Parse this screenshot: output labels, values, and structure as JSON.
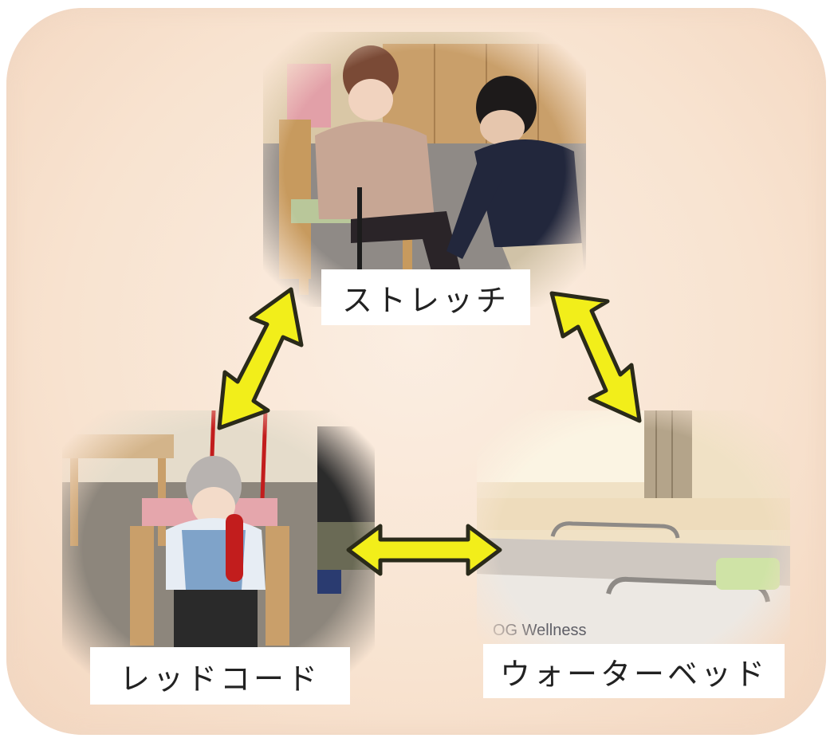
{
  "labels": {
    "stretch": "ストレッチ",
    "red_cord": "レッドコード",
    "water_bed": "ウォーターベッド"
  },
  "photo_text": {
    "bed_brand": "OG Wellness"
  },
  "colors": {
    "panel_bg": "#f8e3d0",
    "arrow_fill": "#f2ee1a",
    "arrow_stroke": "#2a2a1a",
    "label_bg": "#ffffff"
  },
  "icons": [
    "double-arrow-icon"
  ]
}
